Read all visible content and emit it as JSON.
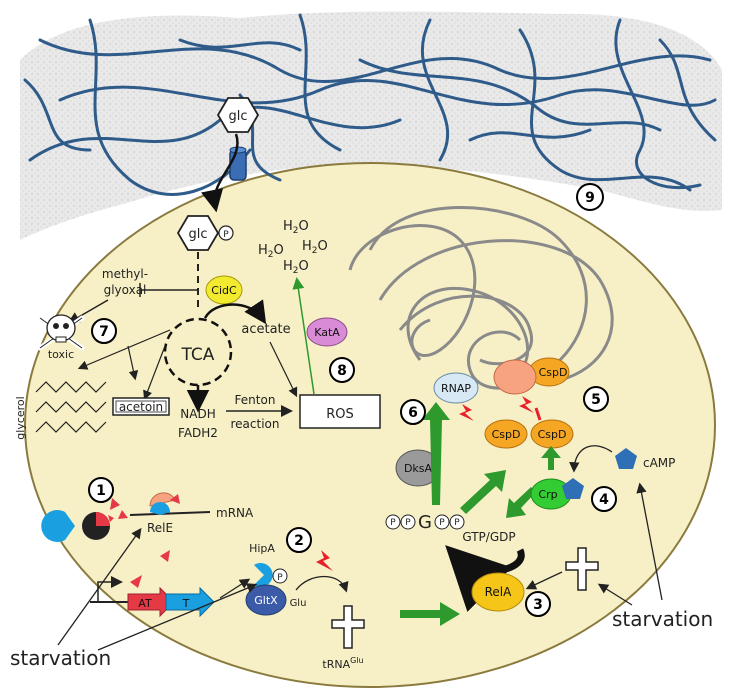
{
  "labels": {
    "glc": "glc",
    "glc_p": "glc",
    "phospho": "P",
    "methylglyoxal_1": "methyl-",
    "methylglyoxal_2": "glyoxal",
    "cidc": "CidC",
    "toxic": "toxic",
    "tca": "TCA",
    "acetate": "acetate",
    "kata": "KatA",
    "glycerol": "glycerol",
    "acetoin": "acetoin",
    "nadh": "NADH",
    "fadh2": "FADH2",
    "fenton_1": "Fenton",
    "fenton_2": "reaction",
    "ros": "ROS",
    "h2o": "H",
    "h2o_sub": "2",
    "h2o_o": "O",
    "rnap": "RNAP",
    "cspd": "CspD",
    "dksa": "DksA",
    "camp": "cAMP",
    "crp": "Crp",
    "mrna": "mRNA",
    "rele": "RelE",
    "hipa": "HipA",
    "gltx": "GltX",
    "glu": "Glu",
    "at": "AT",
    "t": "T",
    "ppgpp_p": "P",
    "ppgpp_g": "G",
    "gtp_gdp": "GTP/GDP",
    "rela": "RelA",
    "trna": "tRNA",
    "trna_sup": "Glu",
    "starvation_left": "starvation",
    "starvation_right": "starvation"
  },
  "numbers": [
    "1",
    "2",
    "3",
    "4",
    "5",
    "6",
    "7",
    "8",
    "9"
  ],
  "colors": {
    "cell_fill": "#f7f0c6",
    "cell_border": "#8a7a3e",
    "fiber": "#2f5b8a",
    "dna": "#8a8a8a",
    "cidc": "#f2ea2e",
    "kata": "#d98bd6",
    "rela": "#f5c518",
    "cspd": "#f5a623",
    "crp": "#33cc33",
    "dksa": "#9a9a9a",
    "rnap": "#d7e9f5",
    "gltx": "#3b5ba8",
    "camp": "#2f6fb5",
    "pacman": "#1aa0e0",
    "red": "#e63946",
    "green_arrow": "#2e9a2e",
    "inhibit": "#e8202a"
  }
}
